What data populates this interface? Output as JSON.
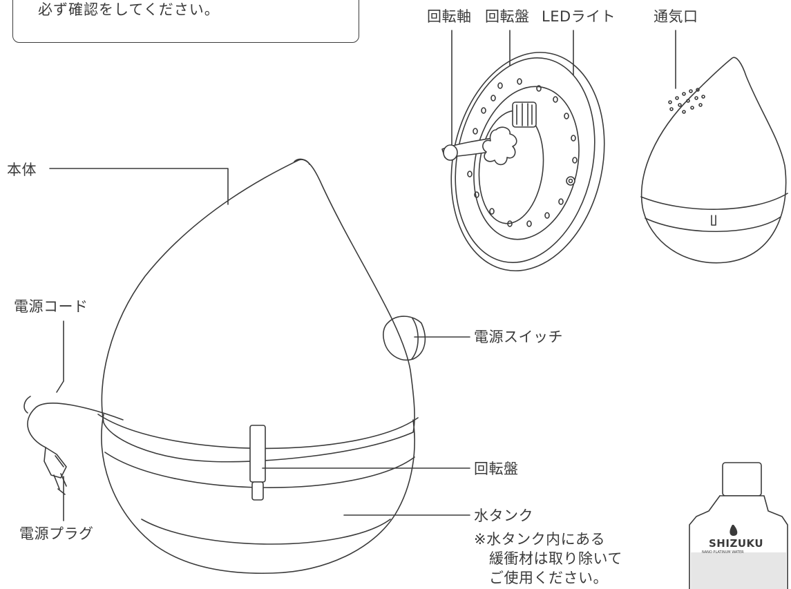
{
  "note": {
    "text": "必ず確認をしてください。"
  },
  "labels": {
    "axis": "回転軸",
    "disc_top": "回転盤",
    "led": "LEDライト",
    "vent": "通気口",
    "body": "本体",
    "cord": "電源コード",
    "switch": "電源スイッチ",
    "disc": "回転盤",
    "plug": "電源プラグ",
    "tank": "水タンク",
    "tank_note_1": "※水タンク内にある",
    "tank_note_2": "緩衝材は取り除いて",
    "tank_note_3": "ご使用ください。"
  },
  "bottle": {
    "brand": "SHIZUKU",
    "sub": "NANO PLATINUM WATER"
  },
  "colors": {
    "line": "#3a3a3a",
    "fill": "#ffffff",
    "label_band": "#e6e6e6"
  }
}
